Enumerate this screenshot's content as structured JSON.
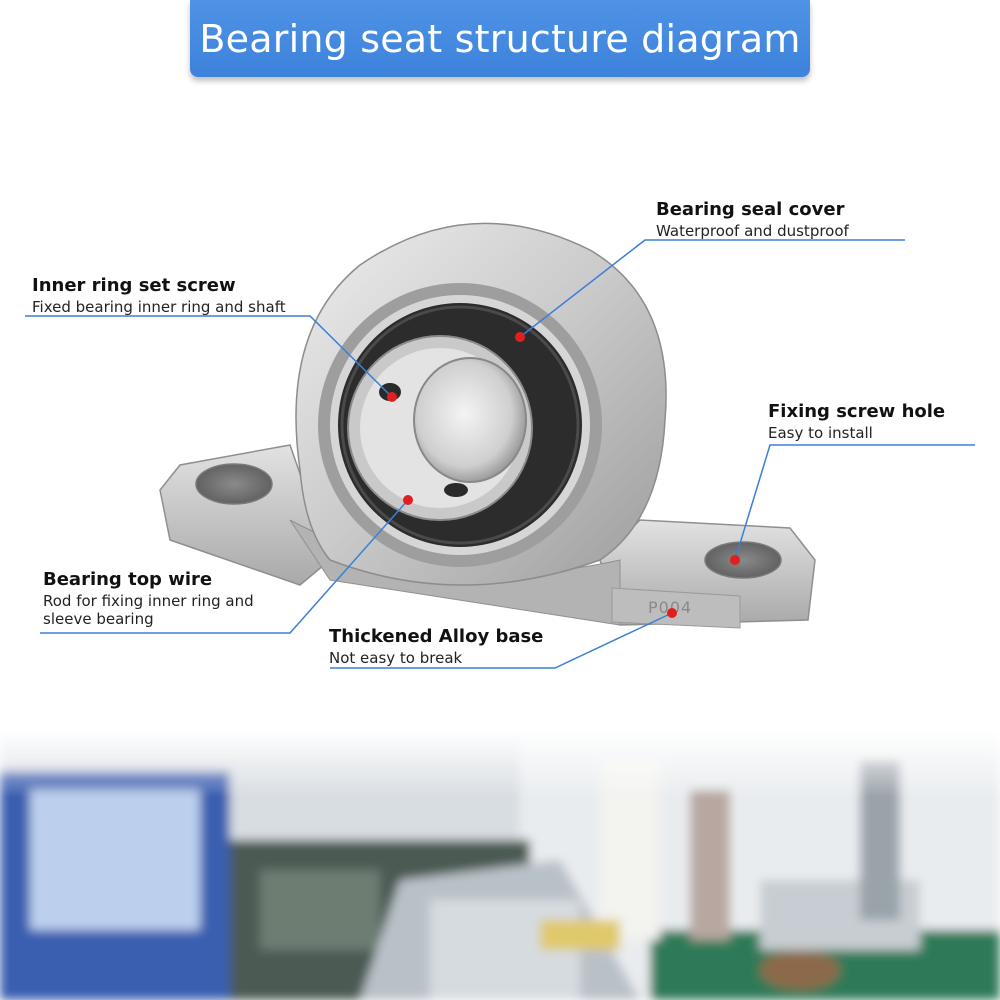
{
  "header": {
    "title": "Bearing seat structure diagram"
  },
  "callouts": [
    {
      "id": "seal-cover",
      "title": "Bearing seal cover",
      "desc": "Waterproof and dustproof"
    },
    {
      "id": "set-screw",
      "title": "Inner ring set screw",
      "desc": "Fixed bearing inner ring and shaft"
    },
    {
      "id": "screw-hole",
      "title": "Fixing screw hole",
      "desc": "Easy to install"
    },
    {
      "id": "top-wire",
      "title": "Bearing top wire",
      "desc": "Rod for fixing inner ring and sleeve bearing"
    },
    {
      "id": "alloy-base",
      "title": "Thickened Alloy base",
      "desc": "Not easy to break"
    }
  ],
  "part": {
    "marking": "P004"
  },
  "colors": {
    "banner": "#3f85dd",
    "leader": "#3a7fd8",
    "marker": "#e02020"
  }
}
